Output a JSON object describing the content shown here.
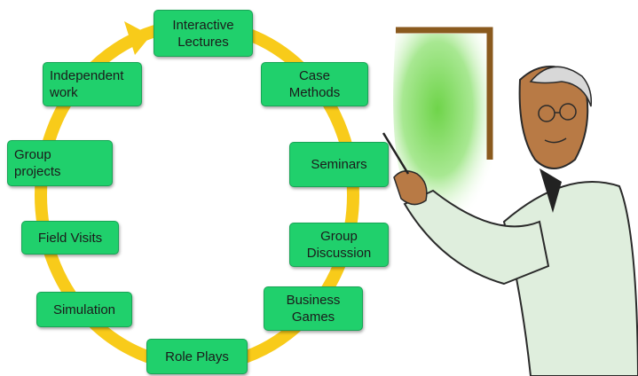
{
  "diagram": {
    "title": "",
    "node_color": "#20d06c",
    "arrow_color": "#f8cb1a",
    "nodes": [
      {
        "id": "interactive-lectures",
        "label": "Interactive\nLectures"
      },
      {
        "id": "case-methods",
        "label": "Case\nMethods"
      },
      {
        "id": "seminars",
        "label": "Seminars"
      },
      {
        "id": "group-discussion",
        "label": "Group\nDiscussion"
      },
      {
        "id": "business-games",
        "label": "Business\nGames"
      },
      {
        "id": "role-plays",
        "label": "Role Plays"
      },
      {
        "id": "simulation",
        "label": "Simulation"
      },
      {
        "id": "field-visits",
        "label": "Field Visits"
      },
      {
        "id": "group-projects",
        "label": "Group\nprojects"
      },
      {
        "id": "independent-work",
        "label": "Independent\nwork"
      }
    ]
  },
  "illustration": {
    "subject": "teacher-pointing-at-board"
  }
}
